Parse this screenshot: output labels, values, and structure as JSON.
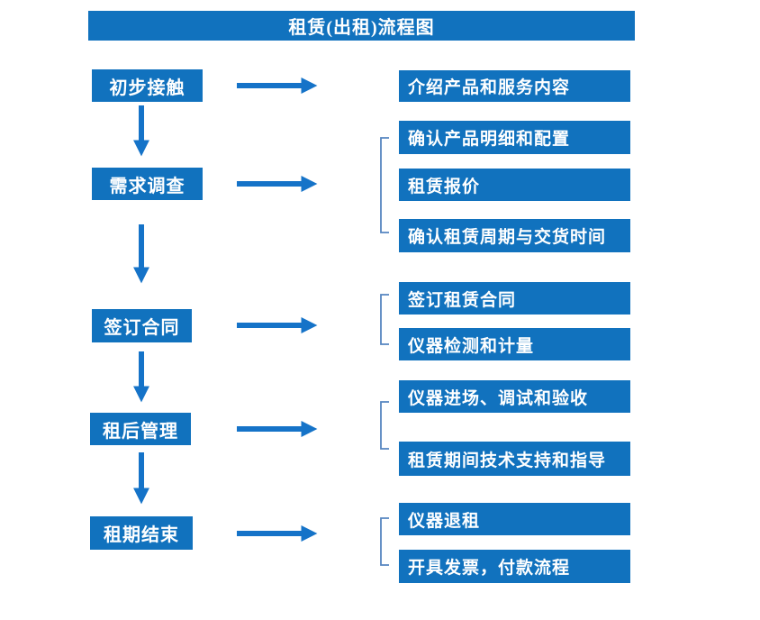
{
  "title": "租赁(出租)流程图",
  "colors": {
    "box_blue": "#1172be",
    "arrow_blue": "#1573c8",
    "bracket_blue": "#5585c0",
    "text_white": "#ffffff",
    "background": "#ffffff"
  },
  "flow": {
    "steps": [
      {
        "label": "初步接触",
        "details": [
          "介绍产品和服务内容"
        ]
      },
      {
        "label": "需求调查",
        "details": [
          "确认产品明细和配置",
          "租赁报价",
          "确认租赁周期与交货时间"
        ]
      },
      {
        "label": "签订合同",
        "details": [
          "签订租赁合同",
          "仪器检测和计量"
        ]
      },
      {
        "label": "租后管理",
        "details": [
          "仪器进场、调试和验收",
          "租赁期间技术支持和指导"
        ]
      },
      {
        "label": "租期结束",
        "details": [
          "仪器退租",
          "开具发票，付款流程"
        ]
      }
    ]
  }
}
